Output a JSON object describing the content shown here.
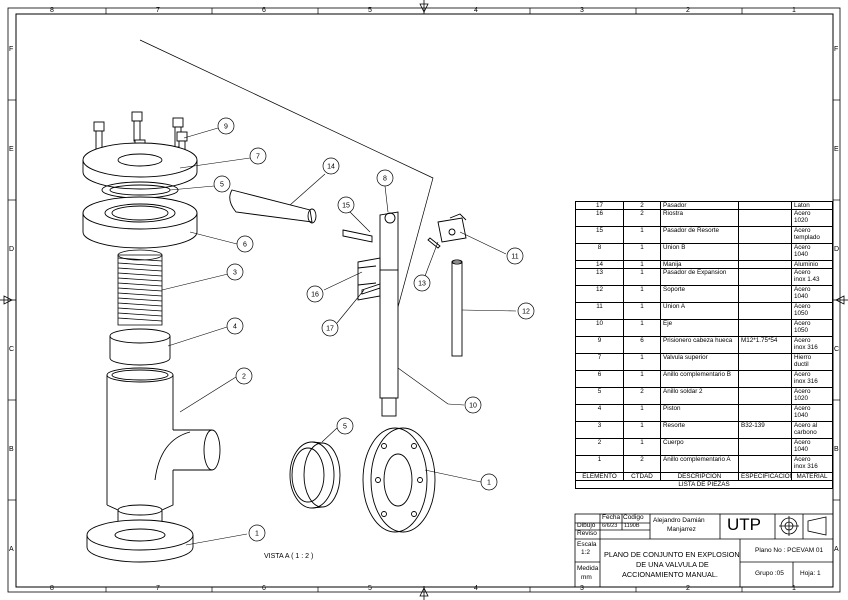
{
  "grid": {
    "columns": [
      "8",
      "7",
      "6",
      "5",
      "4",
      "3",
      "2",
      "1"
    ],
    "rows": [
      "F",
      "E",
      "D",
      "C",
      "B",
      "A"
    ]
  },
  "view_label": "VISTA A ( 1 : 2 )",
  "balloons": [
    "9",
    "7",
    "5",
    "6",
    "3",
    "4",
    "2",
    "1",
    "14",
    "15",
    "8",
    "16",
    "17",
    "13",
    "11",
    "12",
    "10",
    "5",
    "1"
  ],
  "parts_list": {
    "title": "LISTA DE PIEZAS",
    "headers": [
      "ELEMENTO",
      "CTDAD",
      "DESCRIPCIÓN",
      "ESPECIFICACION",
      "MATERIAL"
    ],
    "rows": [
      {
        "el": "17",
        "qty": "2",
        "desc": "Pasador",
        "spec": "",
        "mat1": "Laton",
        "mat2": ""
      },
      {
        "el": "16",
        "qty": "2",
        "desc": "Riostra",
        "spec": "",
        "mat1": "Acero",
        "mat2": "1020"
      },
      {
        "el": "15",
        "qty": "1",
        "desc": "Pasador de Resorte",
        "spec": "",
        "mat1": "Acero",
        "mat2": "templado"
      },
      {
        "el": "8",
        "qty": "1",
        "desc": "Union B",
        "spec": "",
        "mat1": "Acero",
        "mat2": "1040"
      },
      {
        "el": "14",
        "qty": "1",
        "desc": "Manija",
        "spec": "",
        "mat1": "Aluminio",
        "mat2": ""
      },
      {
        "el": "13",
        "qty": "1",
        "desc": "Pasador de Expansion",
        "spec": "",
        "mat1": "Acero",
        "mat2": "inox 1.43"
      },
      {
        "el": "12",
        "qty": "1",
        "desc": "Soporte",
        "spec": "",
        "mat1": "Acero",
        "mat2": "1040"
      },
      {
        "el": "11",
        "qty": "1",
        "desc": "Union A",
        "spec": "",
        "mat1": "Acero",
        "mat2": "1050"
      },
      {
        "el": "10",
        "qty": "1",
        "desc": "Eje",
        "spec": "",
        "mat1": "Acero",
        "mat2": "1050"
      },
      {
        "el": "9",
        "qty": "6",
        "desc": "Prisionero cabeza hueca",
        "spec": "M12*1.75*54",
        "mat1": "Acero",
        "mat2": "inox 316"
      },
      {
        "el": "7",
        "qty": "1",
        "desc": "Valvula superior",
        "spec": "",
        "mat1": "Hierro",
        "mat2": "ductil"
      },
      {
        "el": "6",
        "qty": "1",
        "desc": "Anillo complementario B",
        "spec": "",
        "mat1": "Acero",
        "mat2": "inox 316"
      },
      {
        "el": "5",
        "qty": "2",
        "desc": "Anillo soldar 2",
        "spec": "",
        "mat1": "Acero",
        "mat2": "1020"
      },
      {
        "el": "4",
        "qty": "1",
        "desc": "Piston",
        "spec": "",
        "mat1": "Acero",
        "mat2": "1040"
      },
      {
        "el": "3",
        "qty": "1",
        "desc": "Resorte",
        "spec": "B32-139",
        "mat1": "Acero al",
        "mat2": "carbono"
      },
      {
        "el": "2",
        "qty": "1",
        "desc": "Cuerpo",
        "spec": "",
        "mat1": "Acero",
        "mat2": "1040"
      },
      {
        "el": "1",
        "qty": "2",
        "desc": "Anillo complementario A",
        "spec": "",
        "mat1": "Acero",
        "mat2": "inox 316"
      }
    ]
  },
  "title_block": {
    "fecha_label": "Fecha",
    "codigo_label": "Codigo",
    "dibujo_label": "Dibujo",
    "fecha": "6/6/23",
    "codigo": "1190B",
    "author_line1": "Alejandro Damián",
    "author_line2": "Manjarrez",
    "reviso_label": "Reviso",
    "logo": "UTP",
    "escala_label": "Escala",
    "escala": "1:2",
    "medida_label": "Medida",
    "medida": "mm",
    "title_line1": "PLANO DE CONJUNTO EN EXPLOSION",
    "title_line2": "DE UNA VALVULA DE",
    "title_line3": "ACCIONAMIENTO MANUAL.",
    "plano": "Plano No : PCEVAM 01",
    "grupo": "Grupo :05",
    "hoja": "Hoja: 1"
  }
}
